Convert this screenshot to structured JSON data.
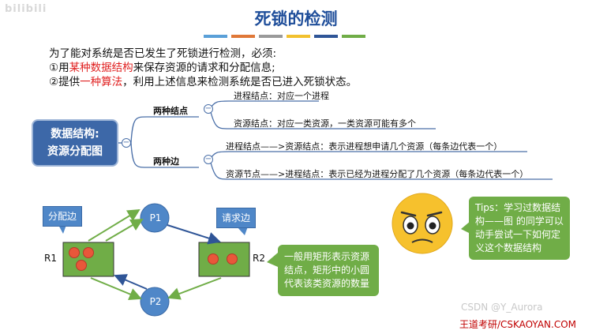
{
  "header": {
    "watermark": "bilibili",
    "title": "死锁的检测"
  },
  "colors": {
    "stripe1": "#5aa0d8",
    "stripe2": "#e07838",
    "stripe3": "#9a9a9a",
    "stripe4": "#f2c12e",
    "stripe5": "#2f5597",
    "stripe6": "#70ad47"
  },
  "intro": {
    "line1": "为了能对系统是否已发生了死锁进行检测，必须:",
    "line2_prefix": "①用",
    "line2_highlight": "某种数据结构",
    "line2_suffix": "来保存资源的请求和分配信息;",
    "line3_prefix": "②提供",
    "line3_highlight": "一种算法",
    "line3_suffix": "，利用上述信息来检测系统是否已进入死锁状态。"
  },
  "mindmap": {
    "root_line1": "数据结构:",
    "root_line2": "资源分配图",
    "branch1": {
      "label": "两种结点",
      "leaf1": "进程结点：对应一个进程",
      "leaf2": "资源结点：对应一类资源，一类资源可能有多个"
    },
    "branch2": {
      "label": "两种边",
      "leaf1": "进程结点——>资源结点：表示进程想申请几个资源（每条边代表一个）",
      "leaf2": "资源节点——>进程结点：表示已经为进程分配了几个资源（每条边代表一个）"
    },
    "collapse_symbol": "−"
  },
  "diagram": {
    "p1": "P1",
    "p2": "P2",
    "r1": "R1",
    "r2": "R2",
    "alloc_edge_label": "分配边",
    "request_edge_label": "请求边",
    "note": "一般用矩形表示资源结点，矩形中的小圆代表该类资源的数量"
  },
  "tips": "Tips：学习过数据结构——图 的同学可以动手尝试一下如何定义这个数据结构",
  "footer": {
    "site": "王道考研/CSKAOYAN.COM",
    "csdn": "CSDN @Y_Aurora"
  }
}
